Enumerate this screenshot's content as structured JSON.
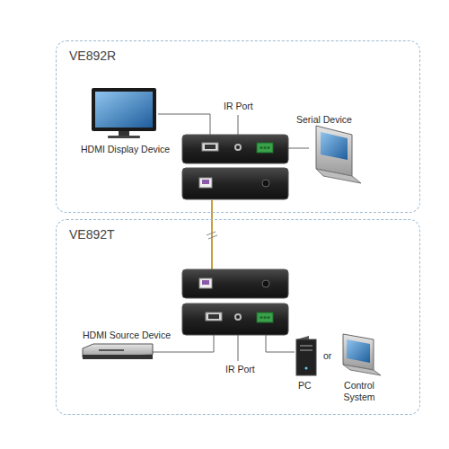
{
  "diagram": {
    "nodes": [
      {
        "text": [
          "VE892R"
        ]
      },
      {
        "text": [
          "VE892T"
        ]
      }
    ],
    "labels": [
      "HDMI Display Device",
      "IR Port",
      "Serial Device",
      "HDMI Source Device",
      "IR Port",
      "PC",
      "or",
      "Control System"
    ]
  }
}
